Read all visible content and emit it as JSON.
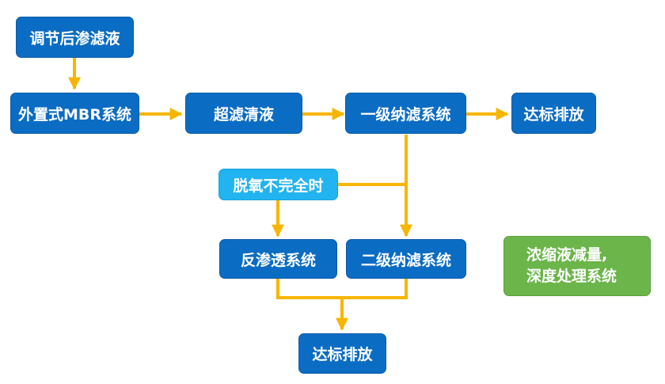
{
  "colors": {
    "primary_box": "#0b6cc4",
    "highlight_box": "#21b4f0",
    "note_box": "#6bb54a",
    "arrow": "#f7b500",
    "text": "#ffffff"
  },
  "nodes": {
    "adjusted_leachate": "调节后渗滤液",
    "external_mbr": "外置式MBR系统",
    "uf_effluent": "超滤清液",
    "nf_stage1": "一级纳滤系统",
    "discharge_top": "达标排放",
    "incomplete_denitrification": "脱氧不完全时",
    "reverse_osmosis": "反渗透系统",
    "nf_stage2": "二级纳滤系统",
    "discharge_bottom": "达标排放"
  },
  "note": {
    "line1": "浓缩液减量,",
    "line2": "深度处理系统"
  }
}
